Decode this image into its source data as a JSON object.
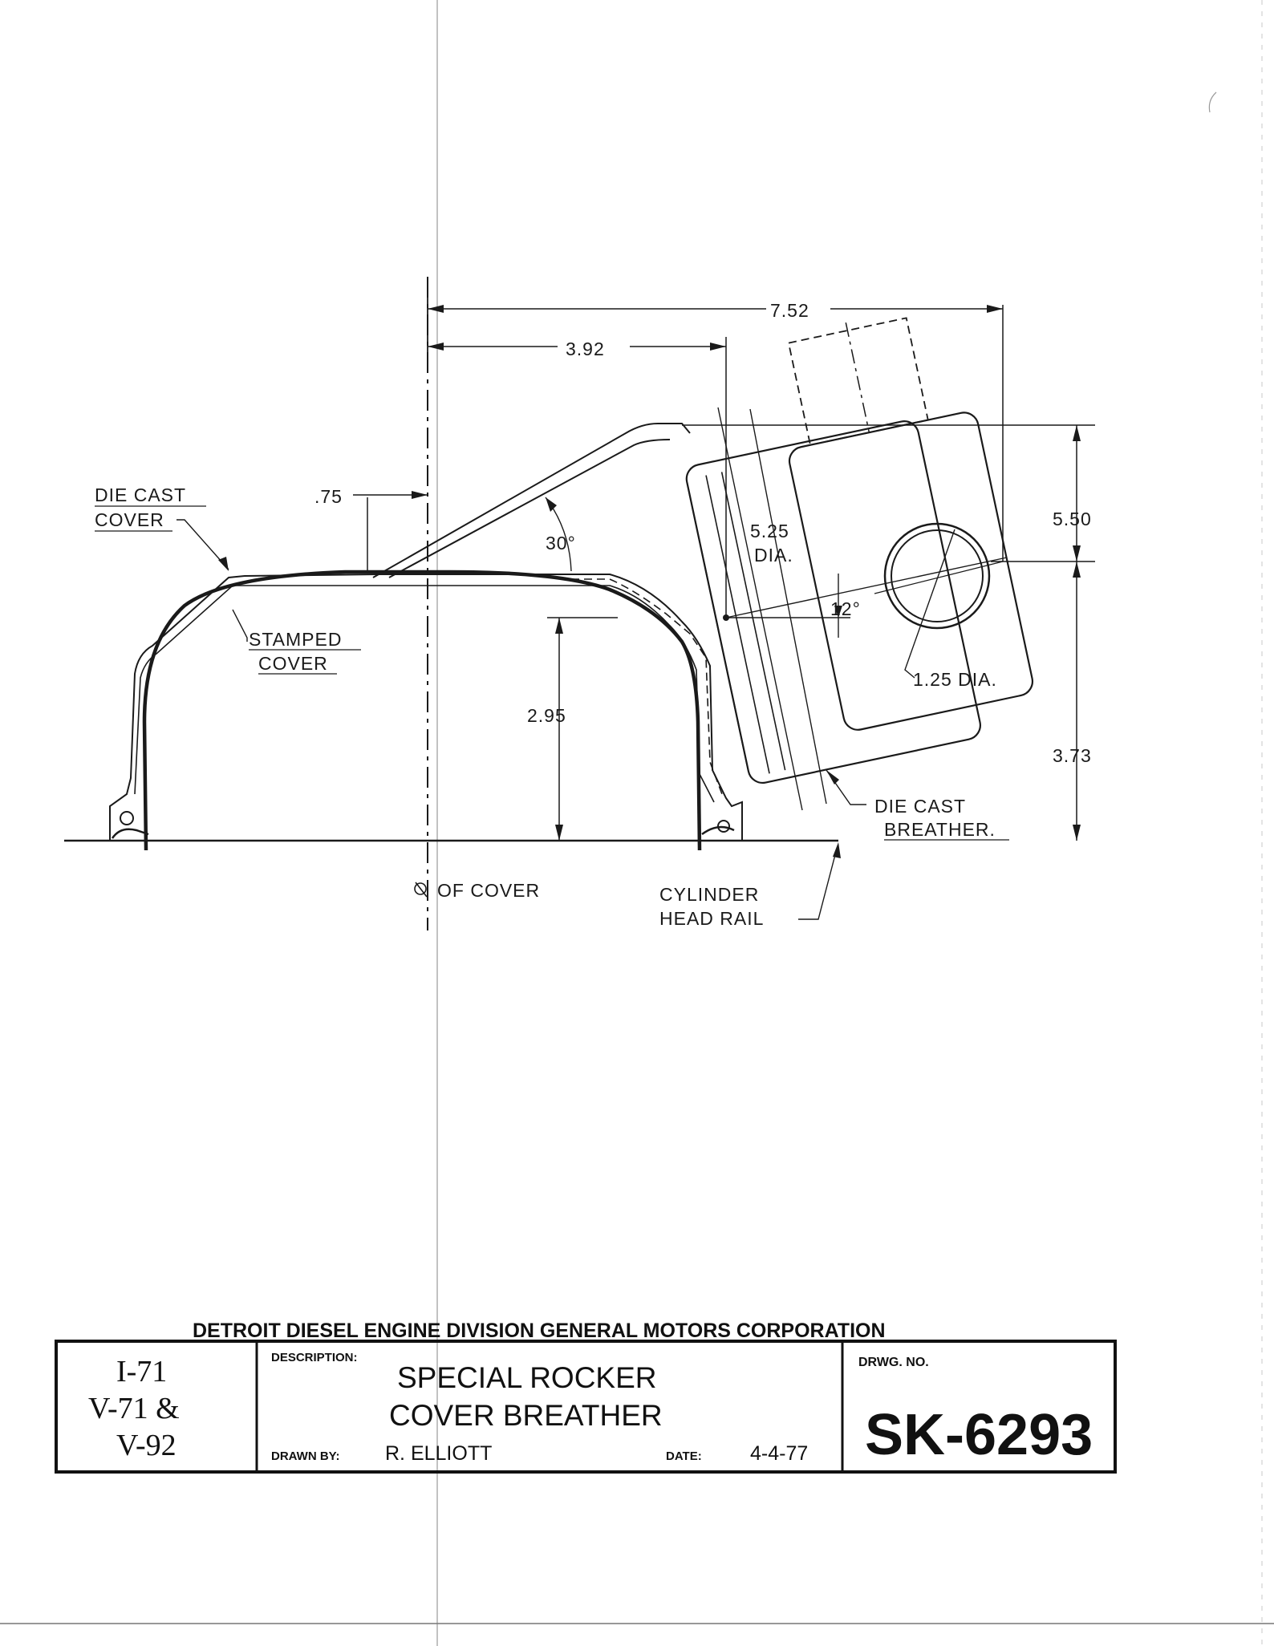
{
  "drawing": {
    "dimensions": {
      "overall_width": "7.52",
      "to_centerline": "3.92",
      "offset": ".75",
      "angle": "30°",
      "breather_dia": "5.25",
      "dia_suffix": "DIA.",
      "tilt_angle": "12°",
      "port_dia": "1.25 DIA.",
      "upper_height": "5.50",
      "lower_height": "3.73",
      "cover_height": "2.95"
    },
    "labels": {
      "die_cast_cover_1": "DIE CAST",
      "die_cast_cover_2": "COVER",
      "stamped_cover_1": "STAMPED",
      "stamped_cover_2": "COVER",
      "centerline": "OF COVER",
      "die_cast_breather_1": "DIE CAST",
      "die_cast_breather_2": "BREATHER.",
      "cylinder_head_1": "CYLINDER",
      "cylinder_head_2": "HEAD RAIL"
    }
  },
  "title_block": {
    "company": "DETROIT DIESEL ENGINE DIVISION GENERAL MOTORS CORPORATION",
    "models": [
      "I-71",
      "V-71 &",
      "V-92"
    ],
    "description_label": "DESCRIPTION:",
    "description_lines": [
      "SPECIAL ROCKER",
      "COVER BREATHER"
    ],
    "drawn_by_label": "DRAWN BY:",
    "drawn_by": "R. ELLIOTT",
    "date_label": "DATE:",
    "date": "4-4-77",
    "drawing_no_label": "DRWG. NO.",
    "drawing_no": "SK-6293"
  }
}
